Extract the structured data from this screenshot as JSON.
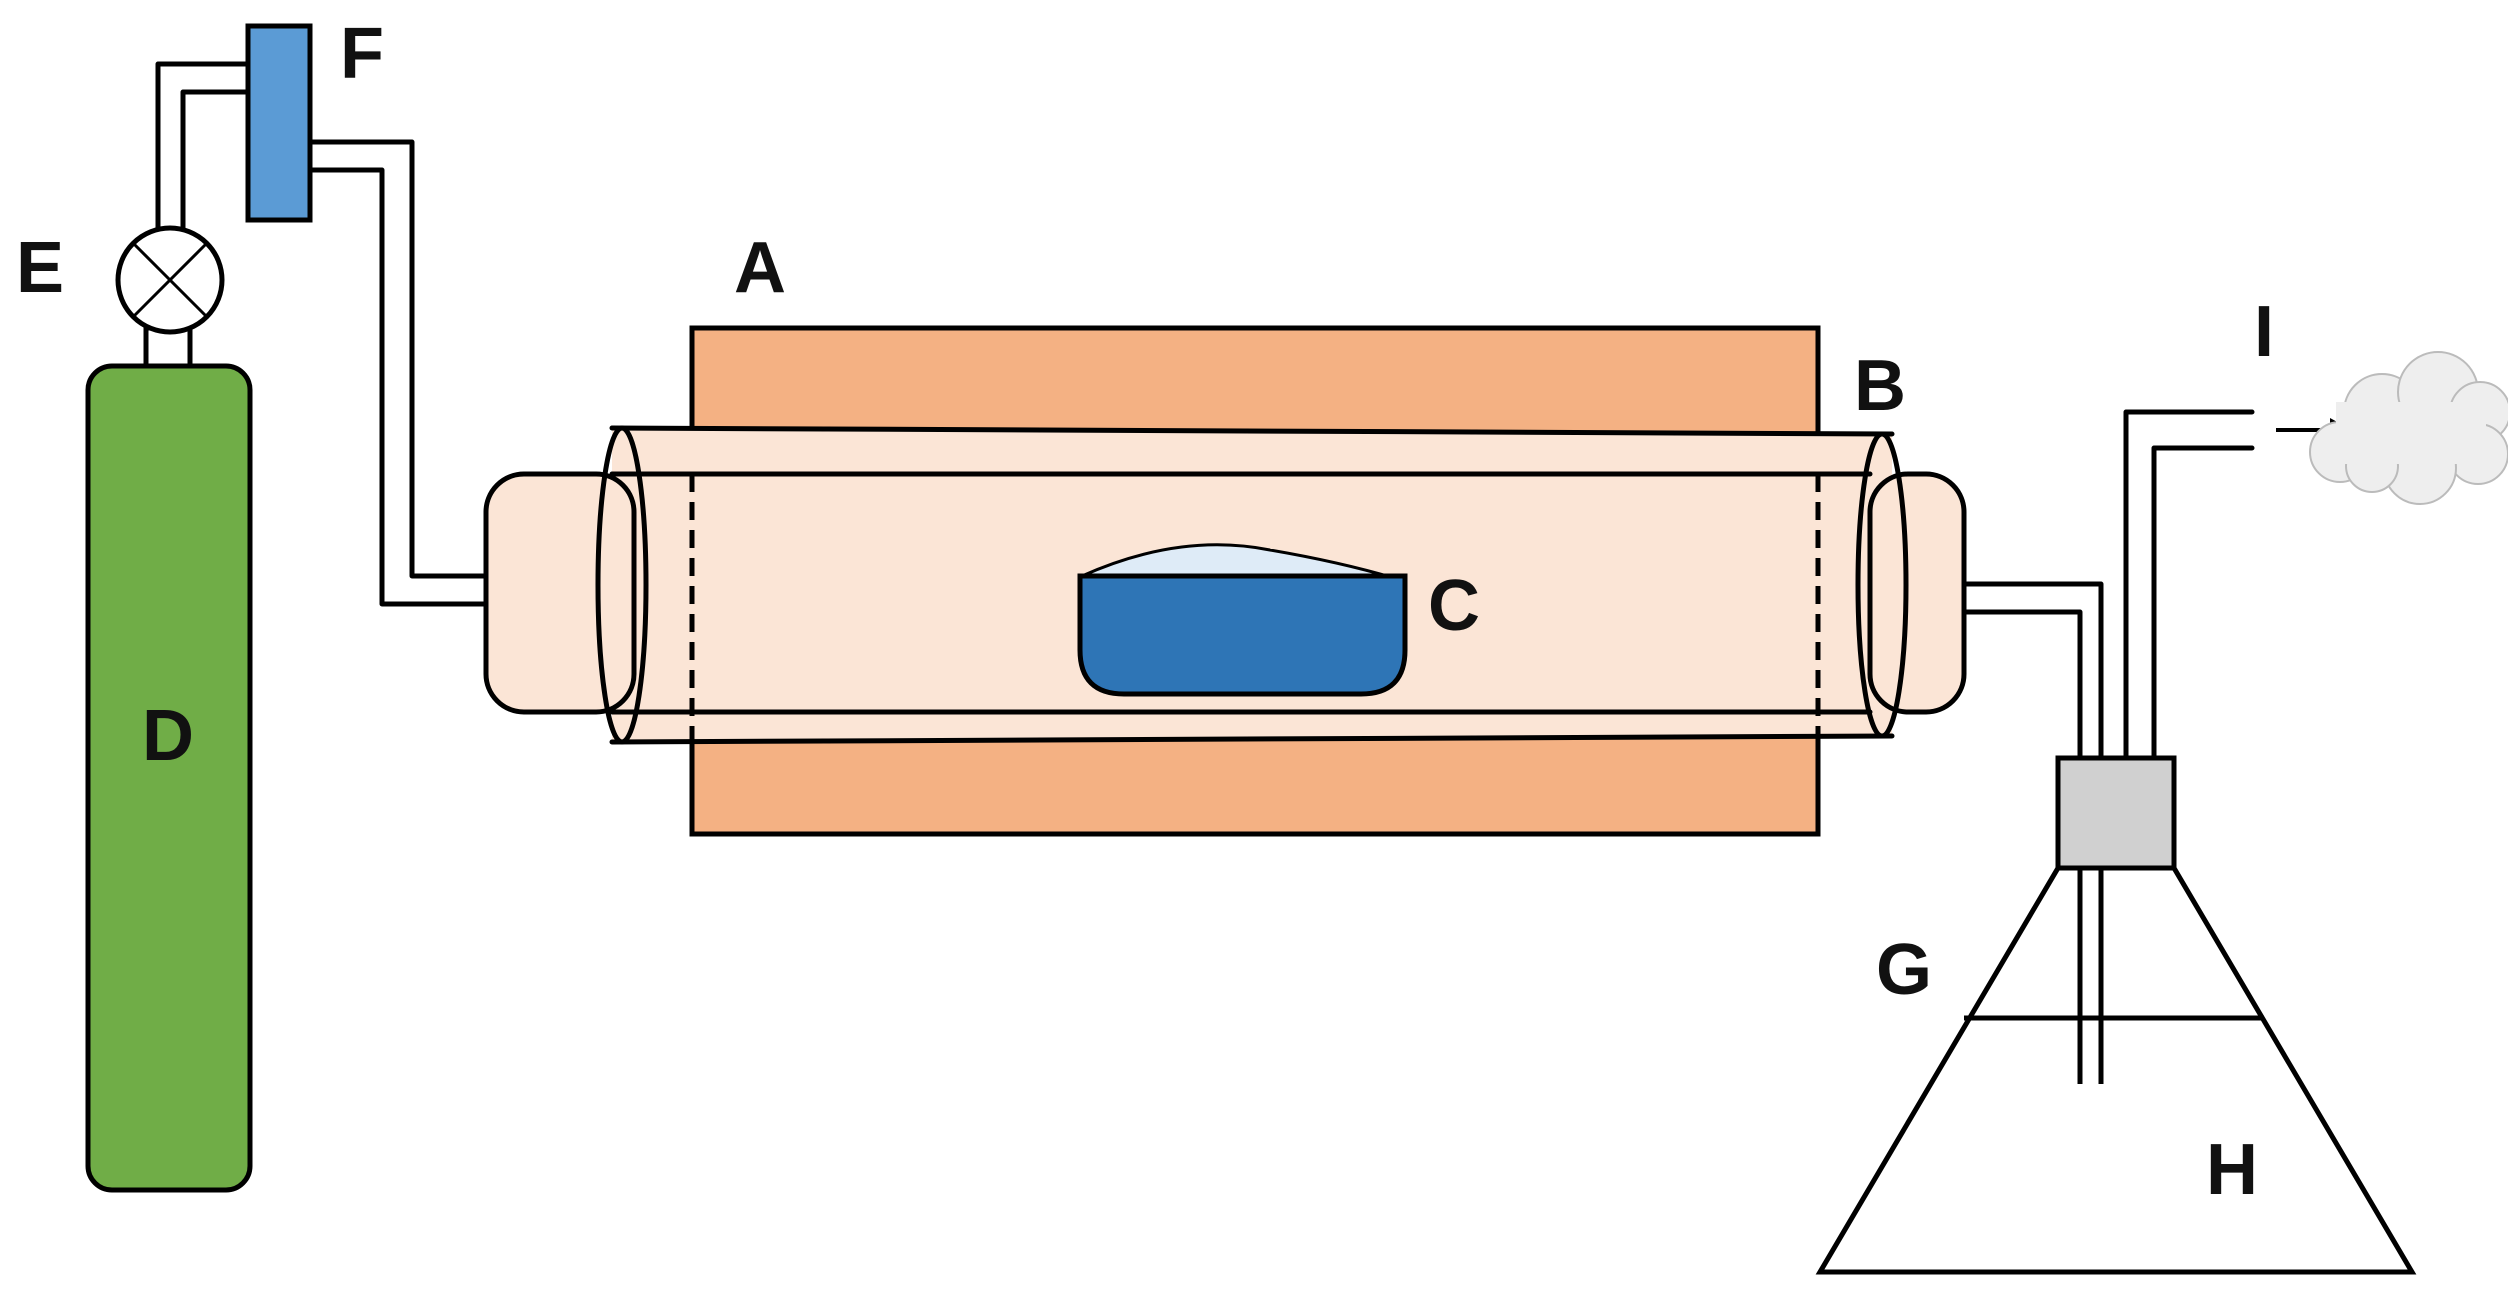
{
  "labels": {
    "A": "A",
    "B": "B",
    "C": "C",
    "D": "D",
    "E": "E",
    "F": "F",
    "G": "G",
    "H": "H",
    "I": "I"
  },
  "colors": {
    "furnace": "#f4b183",
    "tube": "#fbe5d6",
    "boat": "#2e75b6",
    "sample": "#deebf7",
    "cylinder": "#70ad47",
    "flowmeter": "#5b9bd5",
    "stopper": "#d0d0d0",
    "valve": "#ffffff",
    "exhaust_cloud": "#eeeeee",
    "stroke": "#000000"
  }
}
